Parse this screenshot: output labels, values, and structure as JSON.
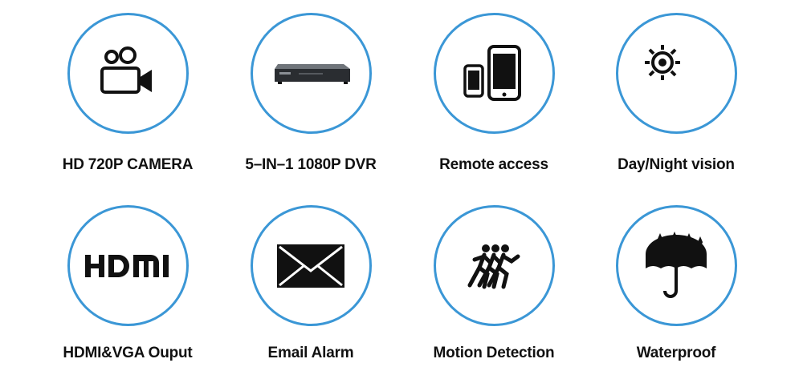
{
  "accent_color": "#3b97d6",
  "features": [
    {
      "label": "HD 720P CAMERA",
      "icon": "video-camera-icon"
    },
    {
      "label": "5–IN–1  1080P DVR",
      "icon": "dvr-recorder-icon"
    },
    {
      "label": "Remote access",
      "icon": "smartphones-icon"
    },
    {
      "label": "Day/Night vision",
      "icon": "sun-moon-icon"
    },
    {
      "label": "HDMI&VGA Ouput",
      "icon": "hdmi-logo-icon"
    },
    {
      "label": "Email Alarm",
      "icon": "envelope-icon"
    },
    {
      "label": "Motion Detection",
      "icon": "running-people-icon"
    },
    {
      "label": "Waterproof",
      "icon": "umbrella-rain-icon"
    }
  ]
}
